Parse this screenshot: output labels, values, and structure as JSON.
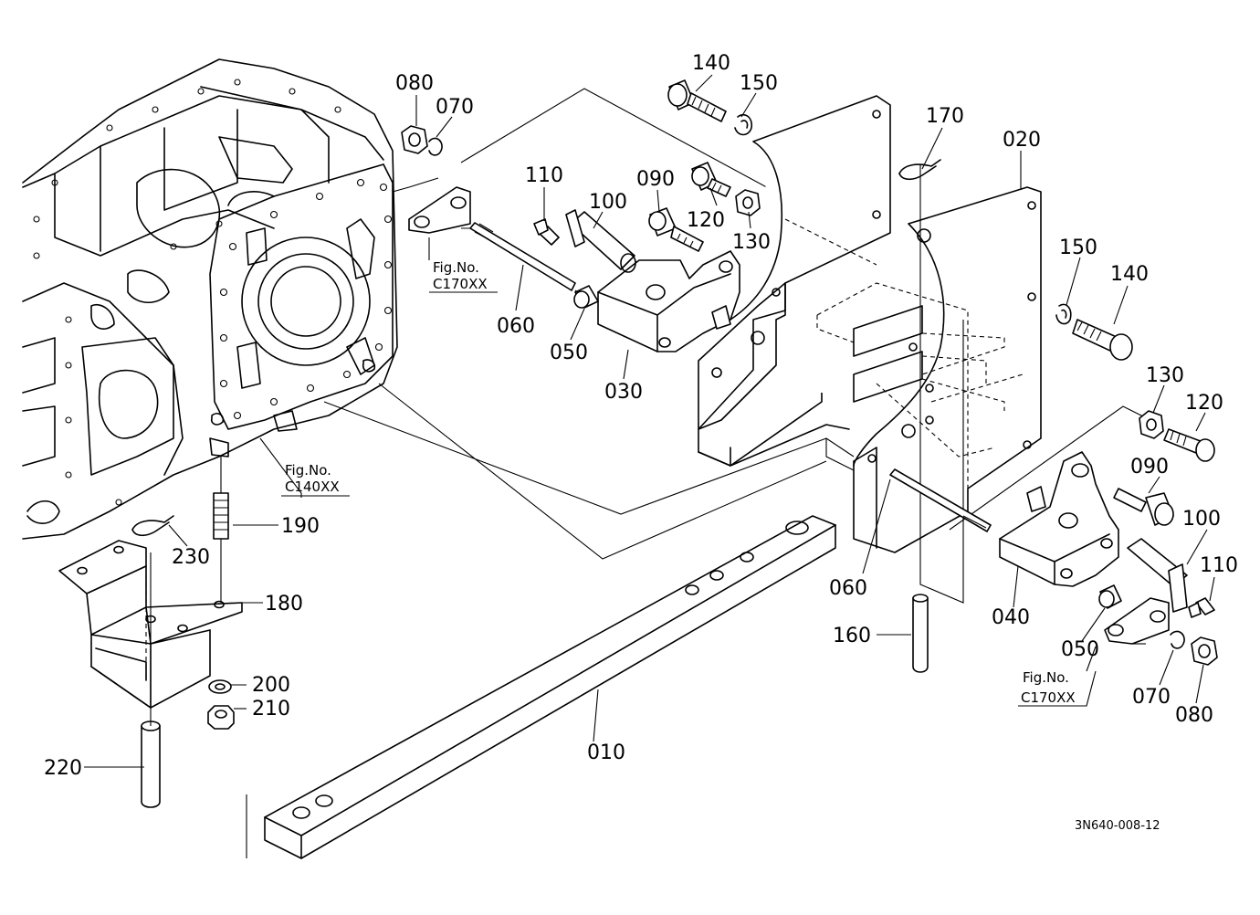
{
  "diagram": {
    "part_labels": {
      "p010": "010",
      "p020": "020",
      "p030": "030",
      "p040": "040",
      "p050a": "050",
      "p050b": "050",
      "p060a": "060",
      "p060b": "060",
      "p070a": "070",
      "p070b": "070",
      "p080a": "080",
      "p080b": "080",
      "p090a": "090",
      "p090b": "090",
      "p100a": "100",
      "p100b": "100",
      "p110a": "110",
      "p110b": "110",
      "p120a": "120",
      "p120b": "120",
      "p130a": "130",
      "p130b": "130",
      "p140a": "140",
      "p140b": "140",
      "p150a": "150",
      "p150b": "150",
      "p160": "160",
      "p170": "170",
      "p180": "180",
      "p190": "190",
      "p200": "200",
      "p210": "210",
      "p220": "220",
      "p230": "230"
    },
    "fig_refs": {
      "ref1_title": "Fig.No.",
      "ref1_code": "C170XX",
      "ref2_title": "Fig.No.",
      "ref2_code": "C140XX",
      "ref3_title": "Fig.No.",
      "ref3_code": "C170XX"
    },
    "drawing_code": "3N640-008-12"
  }
}
